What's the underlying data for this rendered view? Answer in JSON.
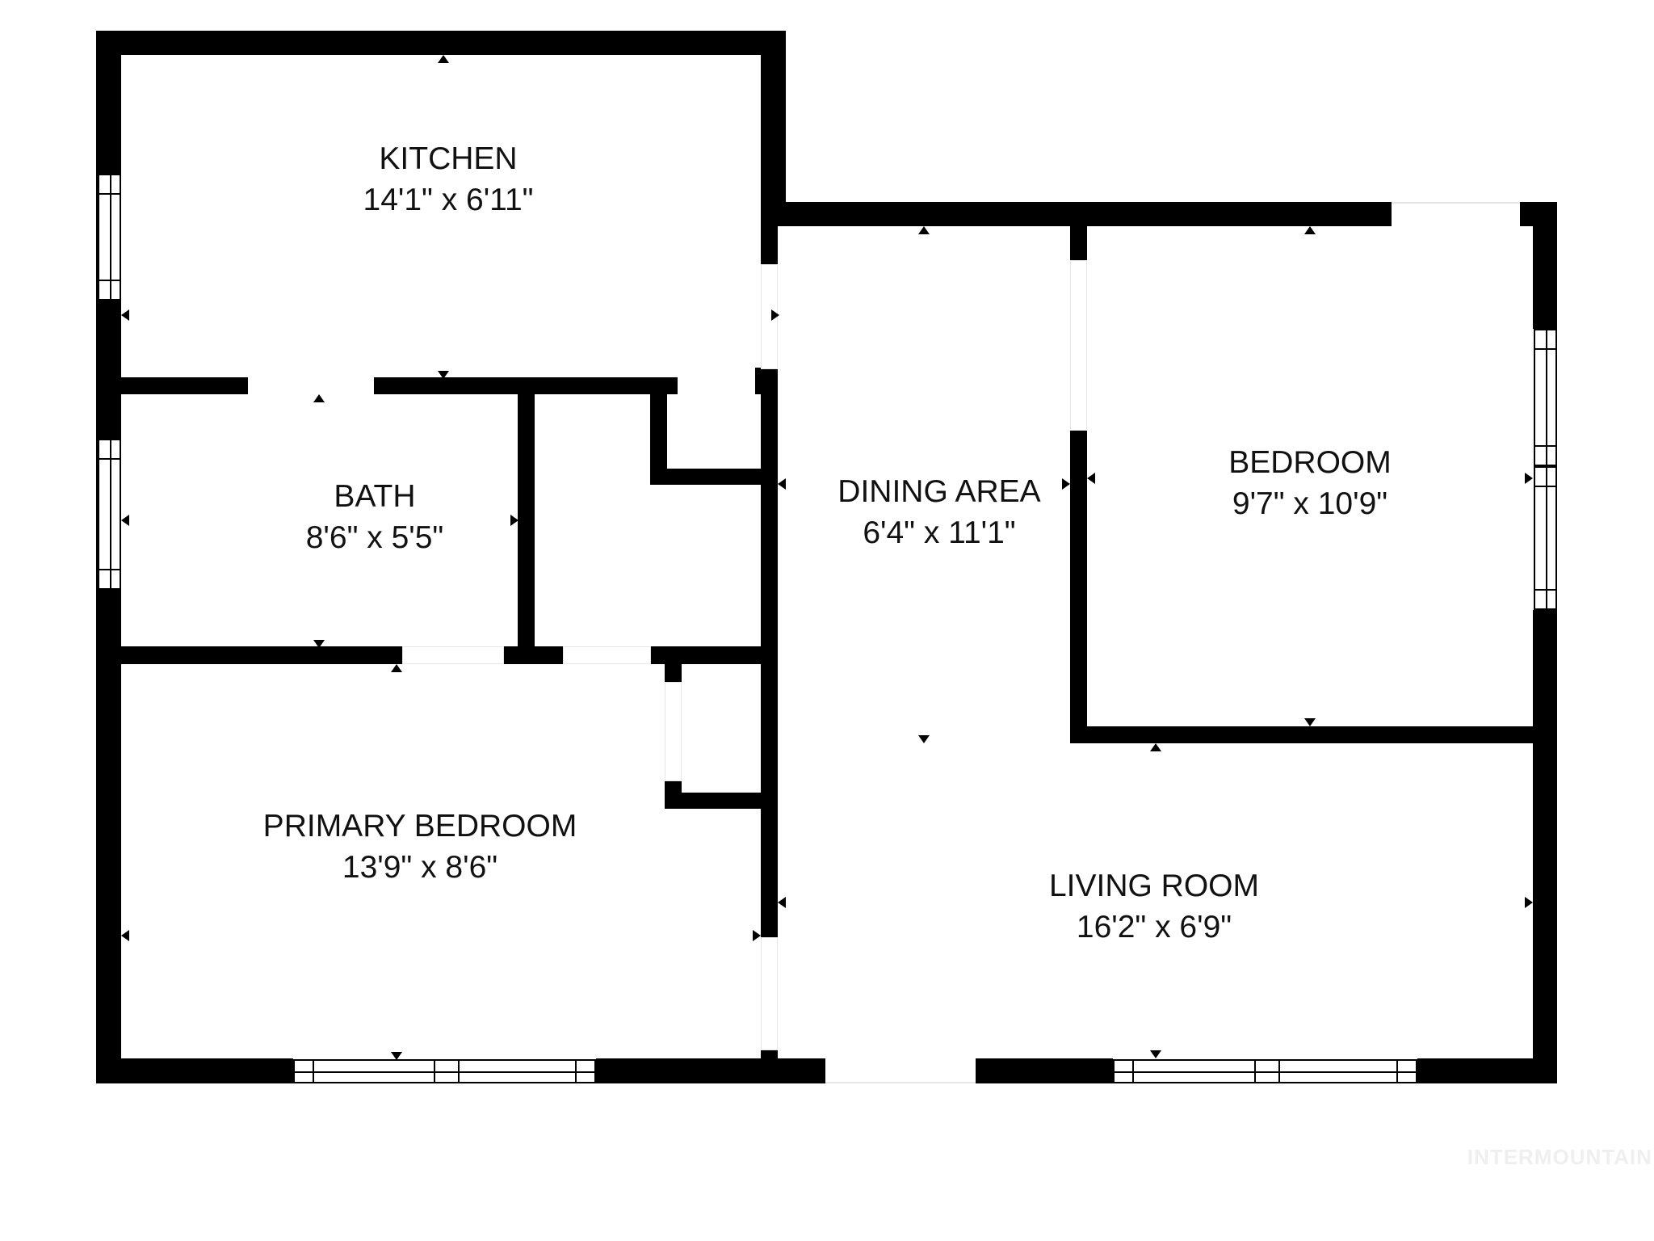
{
  "floorplan": {
    "rooms": [
      {
        "name": "KITCHEN",
        "dims": "14'1\" x 6'11\""
      },
      {
        "name": "BATH",
        "dims": "8'6\" x 5'5\""
      },
      {
        "name": "DINING AREA",
        "dims": "6'4\" x 11'1\""
      },
      {
        "name": "BEDROOM",
        "dims": "9'7\" x 10'9\""
      },
      {
        "name": "PRIMARY BEDROOM",
        "dims": "13'9\" x 8'6\""
      },
      {
        "name": "LIVING ROOM",
        "dims": "16'2\" x 6'9\""
      }
    ],
    "colors": {
      "wall": "#000000",
      "background": "#ffffff",
      "watermark": "#efefef"
    }
  },
  "watermark": "INTERMOUNTAIN"
}
